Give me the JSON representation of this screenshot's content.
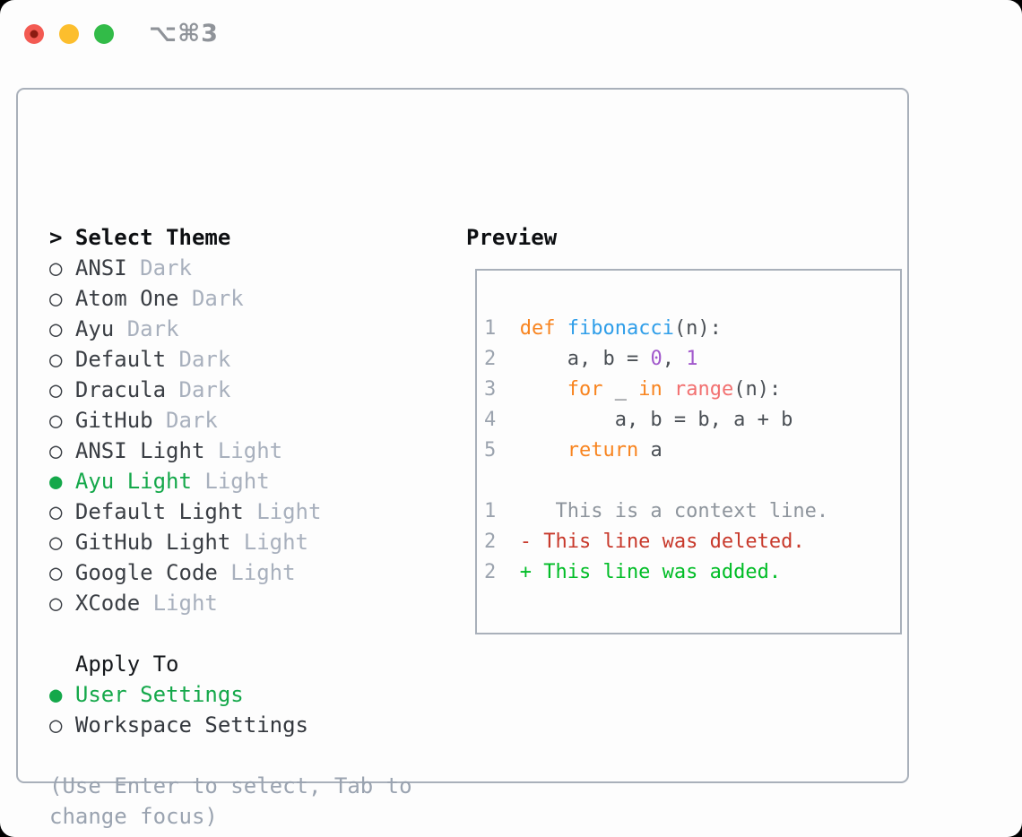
{
  "window": {
    "shortcut": "⌥⌘3",
    "traffic_colors": {
      "close": "#f35a52",
      "close_dot": "#8c1b11",
      "minimize": "#fcbe2d",
      "zoom": "#32bb48"
    }
  },
  "theme_list": {
    "prompt": ">",
    "title": "Select Theme",
    "radio_unselected": "○",
    "radio_selected": "●",
    "items": [
      {
        "name": "ANSI",
        "variant": "Dark",
        "selected": false
      },
      {
        "name": "Atom One",
        "variant": "Dark",
        "selected": false
      },
      {
        "name": "Ayu",
        "variant": "Dark",
        "selected": false
      },
      {
        "name": "Default",
        "variant": "Dark",
        "selected": false
      },
      {
        "name": "Dracula",
        "variant": "Dark",
        "selected": false
      },
      {
        "name": "GitHub",
        "variant": "Dark",
        "selected": false
      },
      {
        "name": "ANSI Light",
        "variant": "Light",
        "selected": false
      },
      {
        "name": "Ayu Light",
        "variant": "Light",
        "selected": true
      },
      {
        "name": "Default Light",
        "variant": "Light",
        "selected": false
      },
      {
        "name": "GitHub Light",
        "variant": "Light",
        "selected": false
      },
      {
        "name": "Google Code",
        "variant": "Light",
        "selected": false
      },
      {
        "name": "XCode",
        "variant": "Light",
        "selected": false
      }
    ]
  },
  "apply_to": {
    "title": "Apply To",
    "options": [
      {
        "label": "User Settings",
        "selected": true
      },
      {
        "label": "Workspace Settings",
        "selected": false
      }
    ]
  },
  "hint": {
    "line1": "(Use Enter to select, Tab to",
    "line2": "change focus)"
  },
  "preview": {
    "title": "Preview",
    "colors": {
      "fg": "#4a4f55",
      "line_number": "#9ba3ae",
      "orange": "#f8841f",
      "blue": "#2f9ee9",
      "purple": "#a259cc",
      "coral": "#f27070",
      "diff_red": "#c8392b",
      "diff_green": "#00bd26",
      "context_gray": "#8d949c"
    },
    "lines": [
      {
        "num": "1",
        "segs": [
          {
            "t": "def ",
            "c": "orange"
          },
          {
            "t": "fibonacci",
            "c": "blue"
          },
          {
            "t": "(n):",
            "c": "fg"
          }
        ]
      },
      {
        "num": "2",
        "segs": [
          {
            "t": "    a, b = ",
            "c": "fg"
          },
          {
            "t": "0",
            "c": "purple"
          },
          {
            "t": ", ",
            "c": "fg"
          },
          {
            "t": "1",
            "c": "purple"
          }
        ]
      },
      {
        "num": "3",
        "segs": [
          {
            "t": "    ",
            "c": "fg"
          },
          {
            "t": "for",
            "c": "orange"
          },
          {
            "t": " _ ",
            "c": "fg"
          },
          {
            "t": "in",
            "c": "orange"
          },
          {
            "t": " ",
            "c": "fg"
          },
          {
            "t": "range",
            "c": "coral"
          },
          {
            "t": "(n):",
            "c": "fg"
          }
        ]
      },
      {
        "num": "4",
        "segs": [
          {
            "t": "        a, b = b, a + b",
            "c": "fg"
          }
        ]
      },
      {
        "num": "5",
        "segs": [
          {
            "t": "    ",
            "c": "fg"
          },
          {
            "t": "return",
            "c": "orange"
          },
          {
            "t": " a",
            "c": "fg"
          }
        ]
      },
      {
        "num": "",
        "segs": []
      },
      {
        "num": "1",
        "segs": [
          {
            "t": "   This is a context line.",
            "c": "context_gray"
          }
        ]
      },
      {
        "num": "2",
        "segs": [
          {
            "t": "- This line was deleted.",
            "c": "diff_red"
          }
        ]
      },
      {
        "num": "2",
        "segs": [
          {
            "t": "+ This line was added.",
            "c": "diff_green"
          }
        ]
      }
    ]
  }
}
